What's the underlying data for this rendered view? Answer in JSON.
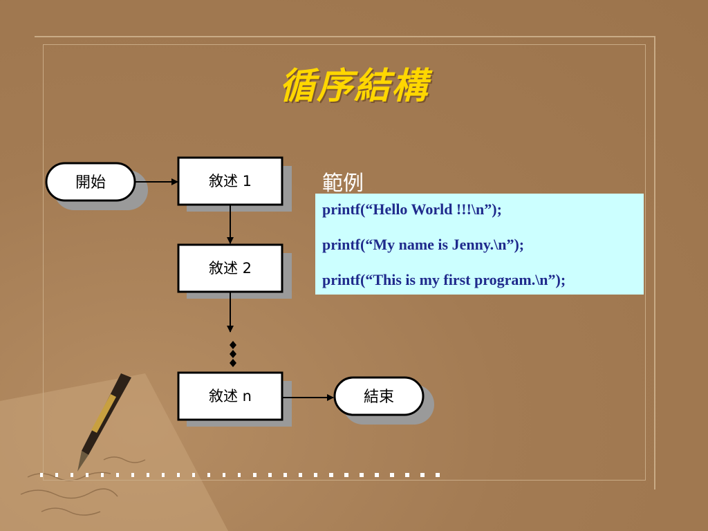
{
  "slide": {
    "title": "循序結構",
    "example_label": "範例"
  },
  "flowchart": {
    "start": "開始",
    "statement_1": "敘述 1",
    "statement_2": "敘述 2",
    "statement_n": "敘述 n",
    "end": "結束"
  },
  "code_example": {
    "lines": [
      "printf(“Hello World !!!\\n”);",
      "printf(“My name is Jenny.\\n”);",
      "printf(“This is my first program.\\n”);"
    ]
  },
  "colors": {
    "background": "#a37b53",
    "title": "#ffd700",
    "code_box": "#ccffff",
    "code_text": "#1f2a8c"
  }
}
